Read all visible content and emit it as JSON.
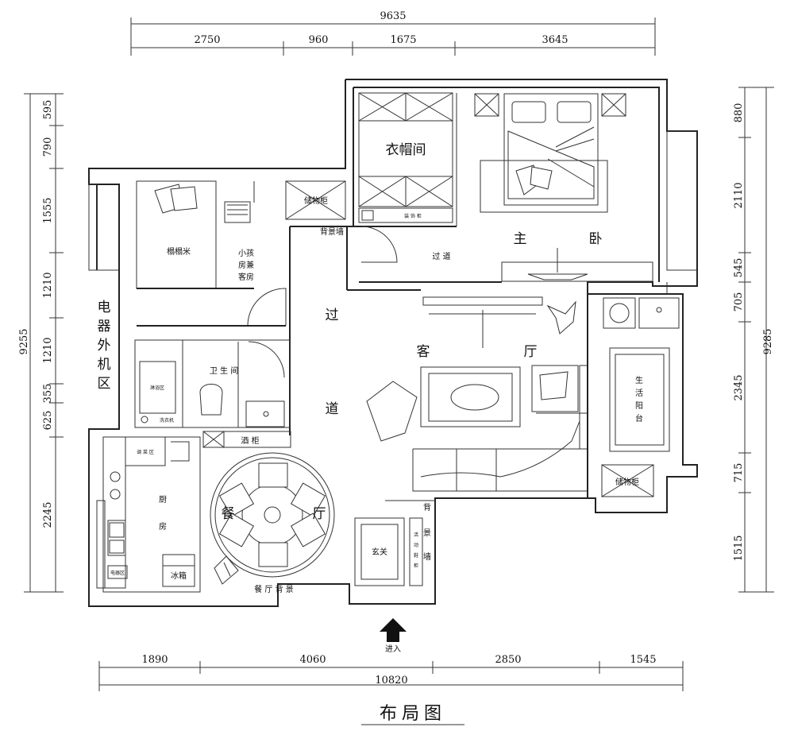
{
  "title": "布局图",
  "entrance_label": "进入",
  "dimensions": {
    "top_total": "9635",
    "top": [
      "2750",
      "960",
      "1675",
      "3645"
    ],
    "bottom": [
      "1890",
      "4060",
      "2850",
      "1545"
    ],
    "bottom_total": "10820",
    "left_total": "9255",
    "left": [
      "595",
      "790",
      "1555",
      "1210",
      "1210",
      "355",
      "625",
      "2245"
    ],
    "right_total": "9285",
    "right": [
      "880",
      "2110",
      "545",
      "705",
      "2345",
      "715",
      "1515"
    ]
  },
  "rooms": {
    "cloakroom": "衣帽间",
    "master_bedroom": [
      "主",
      "卧"
    ],
    "corridor_top": "过 道",
    "corridor_left": [
      "过",
      "道"
    ],
    "living_room": [
      "客",
      "厅"
    ],
    "tatami": "榻榻米",
    "kids_room": [
      "小孩",
      "房兼",
      "客房"
    ],
    "storage_cabinet_top": "储物柜",
    "background_wall_top": "背景墙",
    "ac_unit_area": "电器外机区",
    "bathroom": "卫 生 间",
    "shower_area": "淋浴区",
    "wash_basin": "洗衣机",
    "wine_cabinet": "酒 柜",
    "kitchen": [
      "厨",
      "房"
    ],
    "fridge": "冰箱",
    "dining_room": [
      "餐",
      "厅"
    ],
    "dining_background": "餐 厅 背 景",
    "foyer": "玄关",
    "shoe_cabinet": "活动鞋柜",
    "background_wall_right": "背景墙",
    "living_balcony": "生活阳台",
    "storage_cabinet_right": "储物柜",
    "decor_cabinet": "装 饰 柜",
    "kitchen_appliance": "电器区",
    "kitchen_top_label": "调 菜 区"
  }
}
